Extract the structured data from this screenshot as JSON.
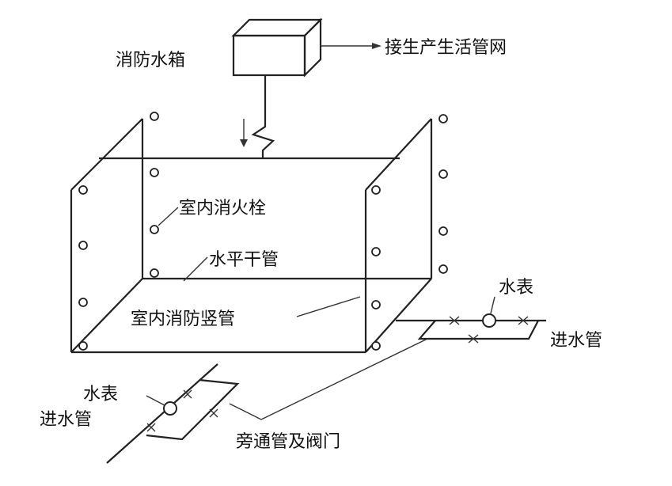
{
  "labels": {
    "tank": "消防水箱",
    "supply_network": "接生产生活管网",
    "hydrant": "室内消火栓",
    "horizontal_main": "水平干管",
    "riser": "室内消防竖管",
    "meter_right": "水表",
    "inlet_right": "进水管",
    "meter_left": "水表",
    "inlet_left": "进水管",
    "bypass": "旁通管及阀门"
  }
}
